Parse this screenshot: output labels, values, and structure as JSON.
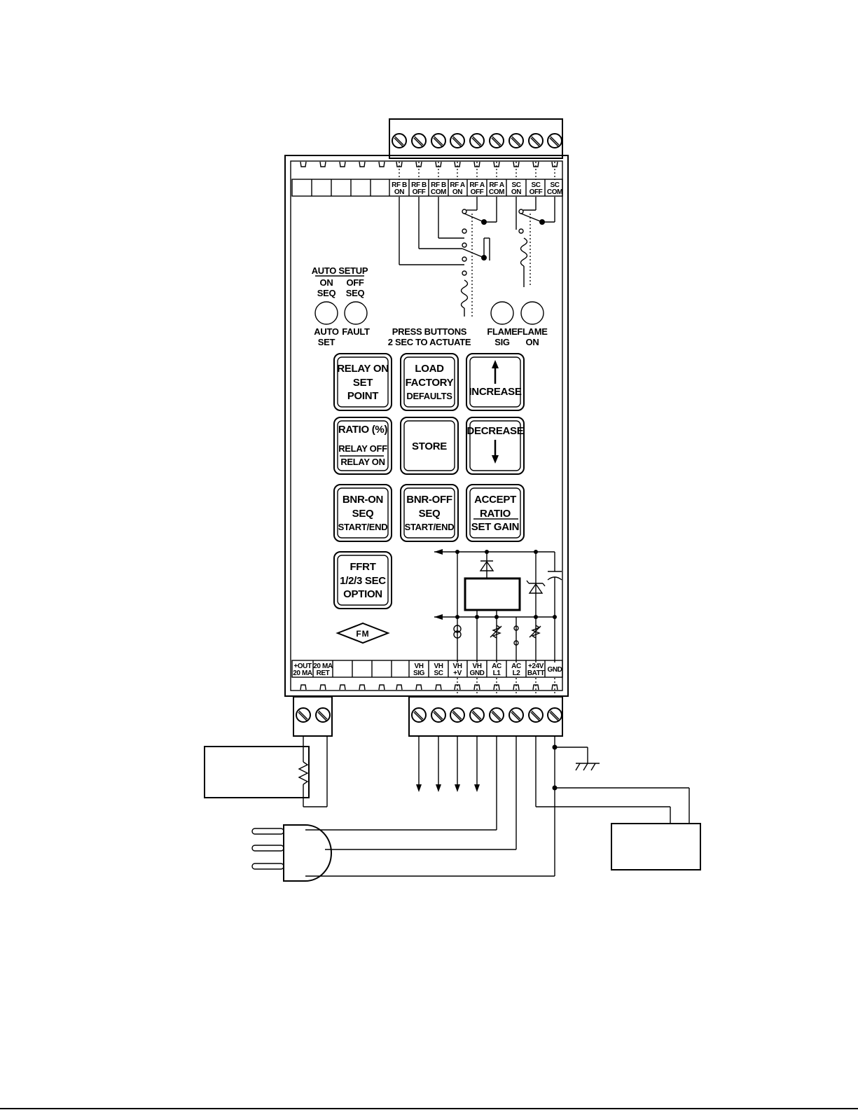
{
  "top_terminals": [
    "RF B ON",
    "RF B OFF",
    "RF B COM",
    "RF A ON",
    "RF A OFF",
    "RF A COM",
    "SC ON",
    "SC OFF",
    "SC COM"
  ],
  "top_terminal_labels": [
    [
      "RF B",
      "ON"
    ],
    [
      "RF B",
      "OFF"
    ],
    [
      "RF B",
      "COM"
    ],
    [
      "RF A",
      "ON"
    ],
    [
      "RF A",
      "OFF"
    ],
    [
      "RF A",
      "COM"
    ],
    [
      "SC",
      "ON"
    ],
    [
      "SC",
      "OFF"
    ],
    [
      "SC",
      "COM"
    ]
  ],
  "bottom_terminal_labels": [
    [
      "+OUT",
      "20 MA"
    ],
    [
      "20 MA",
      "RET"
    ],
    [
      "VH",
      "SIG"
    ],
    [
      "VH",
      "SC"
    ],
    [
      "VH",
      "+V"
    ],
    [
      "VH",
      "GND"
    ],
    [
      "AC",
      "L1"
    ],
    [
      "AC",
      "L2"
    ],
    [
      "+24V",
      "BATT"
    ],
    [
      "GND",
      ""
    ]
  ],
  "auto_setup": {
    "title": "AUTO SETUP",
    "left": [
      "ON",
      "SEQ"
    ],
    "right": [
      "OFF",
      "SEQ"
    ]
  },
  "indicators": [
    [
      "AUTO",
      "SET"
    ],
    [
      "FAULT",
      ""
    ],
    [
      "FLAME",
      "SIG"
    ],
    [
      "FLAME",
      "ON"
    ]
  ],
  "instruction": [
    "PRESS BUTTONS",
    "2 SEC TO ACTUATE"
  ],
  "buttons": [
    {
      "name": "relay-on-set-point-button",
      "lines": [
        "RELAY  ON",
        "SET",
        "POINT"
      ]
    },
    {
      "name": "load-factory-defaults-button",
      "lines": [
        "LOAD",
        "FACTORY",
        "DEFAULTS"
      ]
    },
    {
      "name": "increase-button",
      "lines": [
        "INCREASE"
      ]
    },
    {
      "name": "ratio-button",
      "lines": [
        "RATIO (%)",
        "RELAY OFF",
        "RELAY ON"
      ]
    },
    {
      "name": "store-button",
      "lines": [
        "STORE"
      ]
    },
    {
      "name": "decrease-button",
      "lines": [
        "DECREASE"
      ]
    },
    {
      "name": "bnr-on-seq-button",
      "lines": [
        "BNR-ON",
        "SEQ",
        "START/END"
      ]
    },
    {
      "name": "bnr-off-seq-button",
      "lines": [
        "BNR-OFF",
        "SEQ",
        "START/END"
      ]
    },
    {
      "name": "accept-ratio-button",
      "lines": [
        "ACCEPT",
        "RATIO",
        "SET GAIN"
      ]
    },
    {
      "name": "ffrt-option-button",
      "lines": [
        "FFRT",
        "1/2/3 SEC",
        "OPTION"
      ]
    }
  ],
  "logo": "FM"
}
